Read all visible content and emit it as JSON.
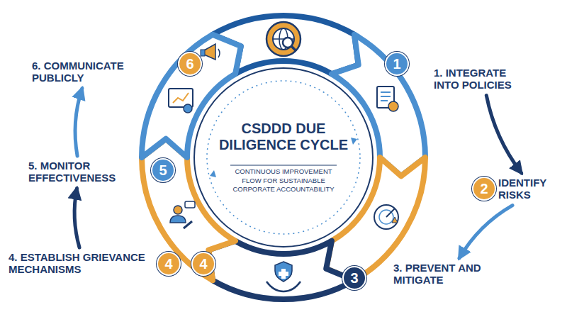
{
  "diagram": {
    "nodes": [
      {
        "text": [
          "CSDDD DUE DILIGENCE CYCLE",
          "CONTINUOUS IMPROVEMENT FLOW FOR SUSTAINABLE CORPORATE ACCOUNTABILITY"
        ]
      },
      {
        "text": [
          "1. INTEGRATE INTO POLICIES"
        ]
      },
      {
        "text": [
          "IDENTIFY RISKS"
        ]
      },
      {
        "text": [
          "3. PREVENT AND MITIGATE"
        ]
      },
      {
        "text": [
          "4. ESTABLISH GRIEVANCE MECHANISMS"
        ]
      },
      {
        "text": [
          "5. MONITOR EFFECTIVENESS"
        ]
      },
      {
        "text": [
          "6. COMMUNICATE PUBLICLY"
        ]
      },
      {
        "text": [
          "1"
        ]
      },
      {
        "text": [
          "2"
        ]
      },
      {
        "text": [
          "3"
        ]
      },
      {
        "text": [
          "4"
        ]
      },
      {
        "text": [
          "4"
        ]
      },
      {
        "text": [
          "5"
        ]
      },
      {
        "text": [
          "6"
        ]
      }
    ],
    "edges": [
      {
        "from": 1,
        "to": 2,
        "arrow": "to"
      },
      {
        "from": 2,
        "to": 3,
        "arrow": "to"
      },
      {
        "from": 4,
        "to": 5,
        "arrow": "to"
      },
      {
        "from": 5,
        "to": 6,
        "arrow": "to"
      }
    ]
  }
}
